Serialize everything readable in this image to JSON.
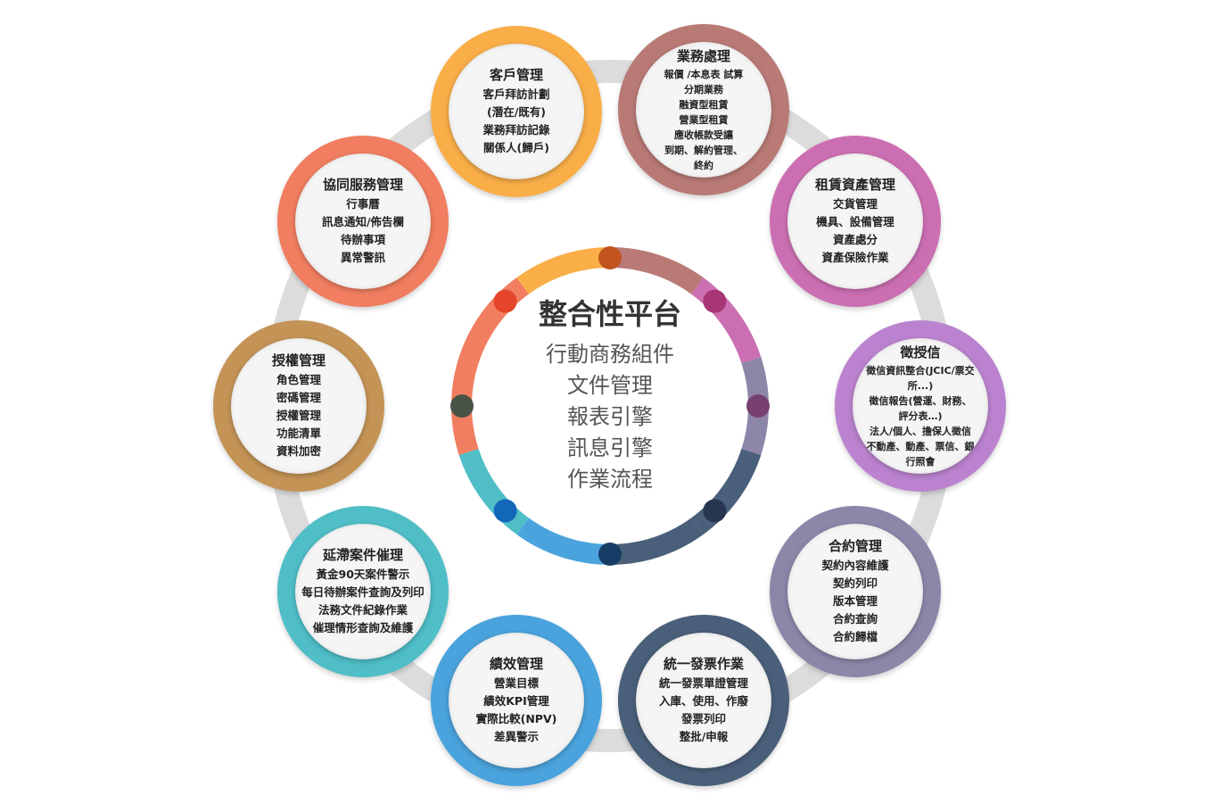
{
  "center": {
    "title": "整合性平台",
    "items": [
      "行動商務組件",
      "文件管理",
      "報表引擎",
      "訊息引擎",
      "作業流程"
    ]
  },
  "modules": [
    {
      "id": "customer",
      "title": "客戶管理",
      "color": "#F9AE48",
      "items": [
        "客戶拜訪計劃",
        "(潛在/既有)",
        "業務拜訪記錄",
        "關係人(歸戶)"
      ]
    },
    {
      "id": "business",
      "title": "業務處理",
      "color": "#B97A76",
      "items": [
        "報價 /本息表 試算",
        "分期業務",
        "融資型租賃",
        "營業型租賃",
        "應收帳款受讓",
        "到期、解約管理、",
        "終約"
      ]
    },
    {
      "id": "lease-asset",
      "title": "租賃資產管理",
      "color": "#CC6FB2",
      "items": [
        "交貨管理",
        "機具、設備管理",
        "資產處分",
        "資產保險作業"
      ]
    },
    {
      "id": "credit",
      "title": "徵授信",
      "color": "#BB83CF",
      "items": [
        "徵信資訊整合(JCIC/票交",
        "所...)",
        "徵信報告(營運、財務、",
        "評分表…)",
        "法人/個人、擔保人徵信",
        "不動產、動產、票信、銀",
        "行照會"
      ]
    },
    {
      "id": "contract",
      "title": "合約管理",
      "color": "#8E86A9",
      "items": [
        "契約內容維護",
        "契約列印",
        "版本管理",
        "合約查詢",
        "合約歸檔"
      ]
    },
    {
      "id": "invoice",
      "title": "統一發票作業",
      "color": "#4A5F79",
      "items": [
        "統一發票單證管理",
        "入庫、使用、作廢",
        "發票列印",
        "整批/申報"
      ]
    },
    {
      "id": "performance",
      "title": "績效管理",
      "color": "#4AA3DD",
      "items": [
        "營業目標",
        "績效KPI管理",
        "實際比較(NPV)",
        "差異警示"
      ]
    },
    {
      "id": "overdue",
      "title": "延滯案件催理",
      "color": "#4FBEC7",
      "items": [
        "黃金90天案件警示",
        "每日待辦案件查詢及列印",
        "法務文件紀錄作業",
        "催理情形查詢及維護"
      ]
    },
    {
      "id": "authorization",
      "title": "授權管理",
      "color": "#C49356",
      "items": [
        "角色管理",
        "密碼管理",
        "授權管理",
        "功能清單",
        "資料加密"
      ]
    },
    {
      "id": "collaboration",
      "title": "協同服務管理",
      "color": "#F17E60",
      "items": [
        "行事曆",
        "訊息通知/佈告欄",
        "待辦事項",
        "異常警訊"
      ]
    }
  ],
  "ring": {
    "track_color": "#DCDCDC",
    "segment_colors": [
      "#B97A76",
      "#CC6FB2",
      "#8E86A9",
      "#4A5F79",
      "#4A5F79",
      "#4AA3DD",
      "#4FBEC7",
      "#F17E60",
      "#F17E60",
      "#F9AE48"
    ],
    "dot_colors": [
      "#C2551F",
      "#A83576",
      "#78406E",
      "#273550",
      "#173D66",
      "#1267B8",
      "#495446",
      "#E5452A"
    ]
  }
}
